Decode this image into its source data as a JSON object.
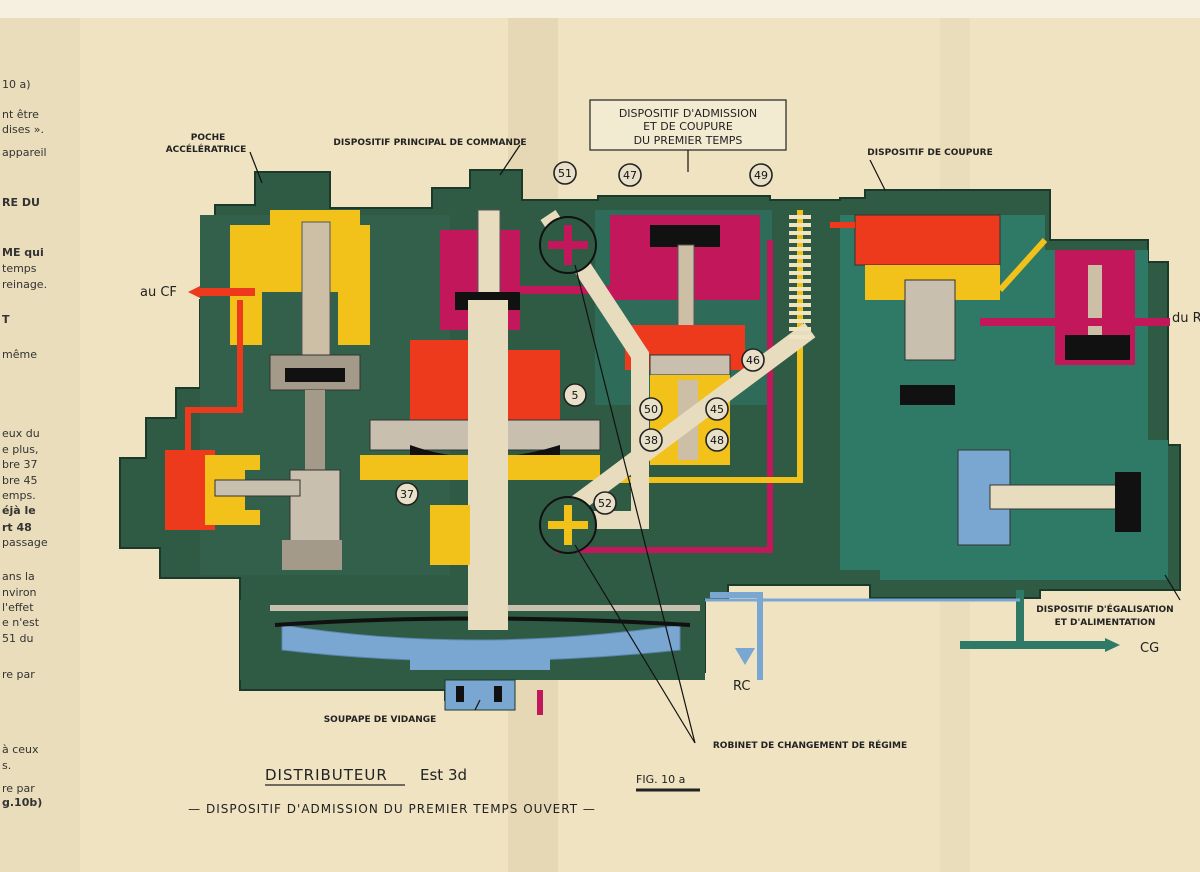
{
  "labels": {
    "poche_line1": "POCHE",
    "poche_line2": "ACCÉLÉRATRICE",
    "principal": "DISPOSITIF PRINCIPAL DE COMMANDE",
    "admission_line1": "DISPOSITIF D'ADMISSION",
    "admission_line2": "ET DE COUPURE",
    "admission_line3": "DU PREMIER TEMPS",
    "coupure": "DISPOSITIF DE COUPURE",
    "egalisation_line1": "DISPOSITIF D'ÉGALISATION",
    "egalisation_line2": "ET D'ALIMENTATION",
    "soupape": "SOUPAPE DE VIDANGE",
    "robinet": "ROBINET DE CHANGEMENT DE RÉGIME",
    "cf": "au CF",
    "ra": "du RA",
    "rc": "RC",
    "cg": "CG"
  },
  "numbers": {
    "n51": "51",
    "n47": "47",
    "n49": "49",
    "n46": "46",
    "n5": "5",
    "n50": "50",
    "n45": "45",
    "n38": "38",
    "n48": "48",
    "n37": "37",
    "n52": "52"
  },
  "caption": {
    "title": "DISTRIBUTEUR",
    "title_model": "Est 3d",
    "fig": "FIG. 10 a",
    "subtitle": "— DISPOSITIF D'ADMISSION DU PREMIER TEMPS OUVERT —"
  },
  "left_page_text": [
    "10 a)",
    "nt être",
    "dises ».",
    "appareil",
    "RE DU",
    "ME qui",
    "temps",
    "reinage.",
    "T",
    "même",
    "eux du",
    "e plus,",
    "bre 37",
    "bre 45",
    "emps.",
    "éjà le",
    "rt 48",
    "passage",
    "ans la",
    "nviron",
    "l'effet",
    "e n'est",
    "51 du",
    "re par",
    "à ceux",
    "s.",
    "re par",
    "g.10b)"
  ],
  "colors": {
    "paper": "#efe3c2",
    "body_dark": "#2f5a44",
    "body_teal": "#2f7a66",
    "yellow": "#f2c21a",
    "red": "#ee3a1c",
    "magenta": "#c2185b",
    "blue": "#7aa6d2",
    "beige": "#e8dcbf",
    "grey": "#a39a8a"
  }
}
